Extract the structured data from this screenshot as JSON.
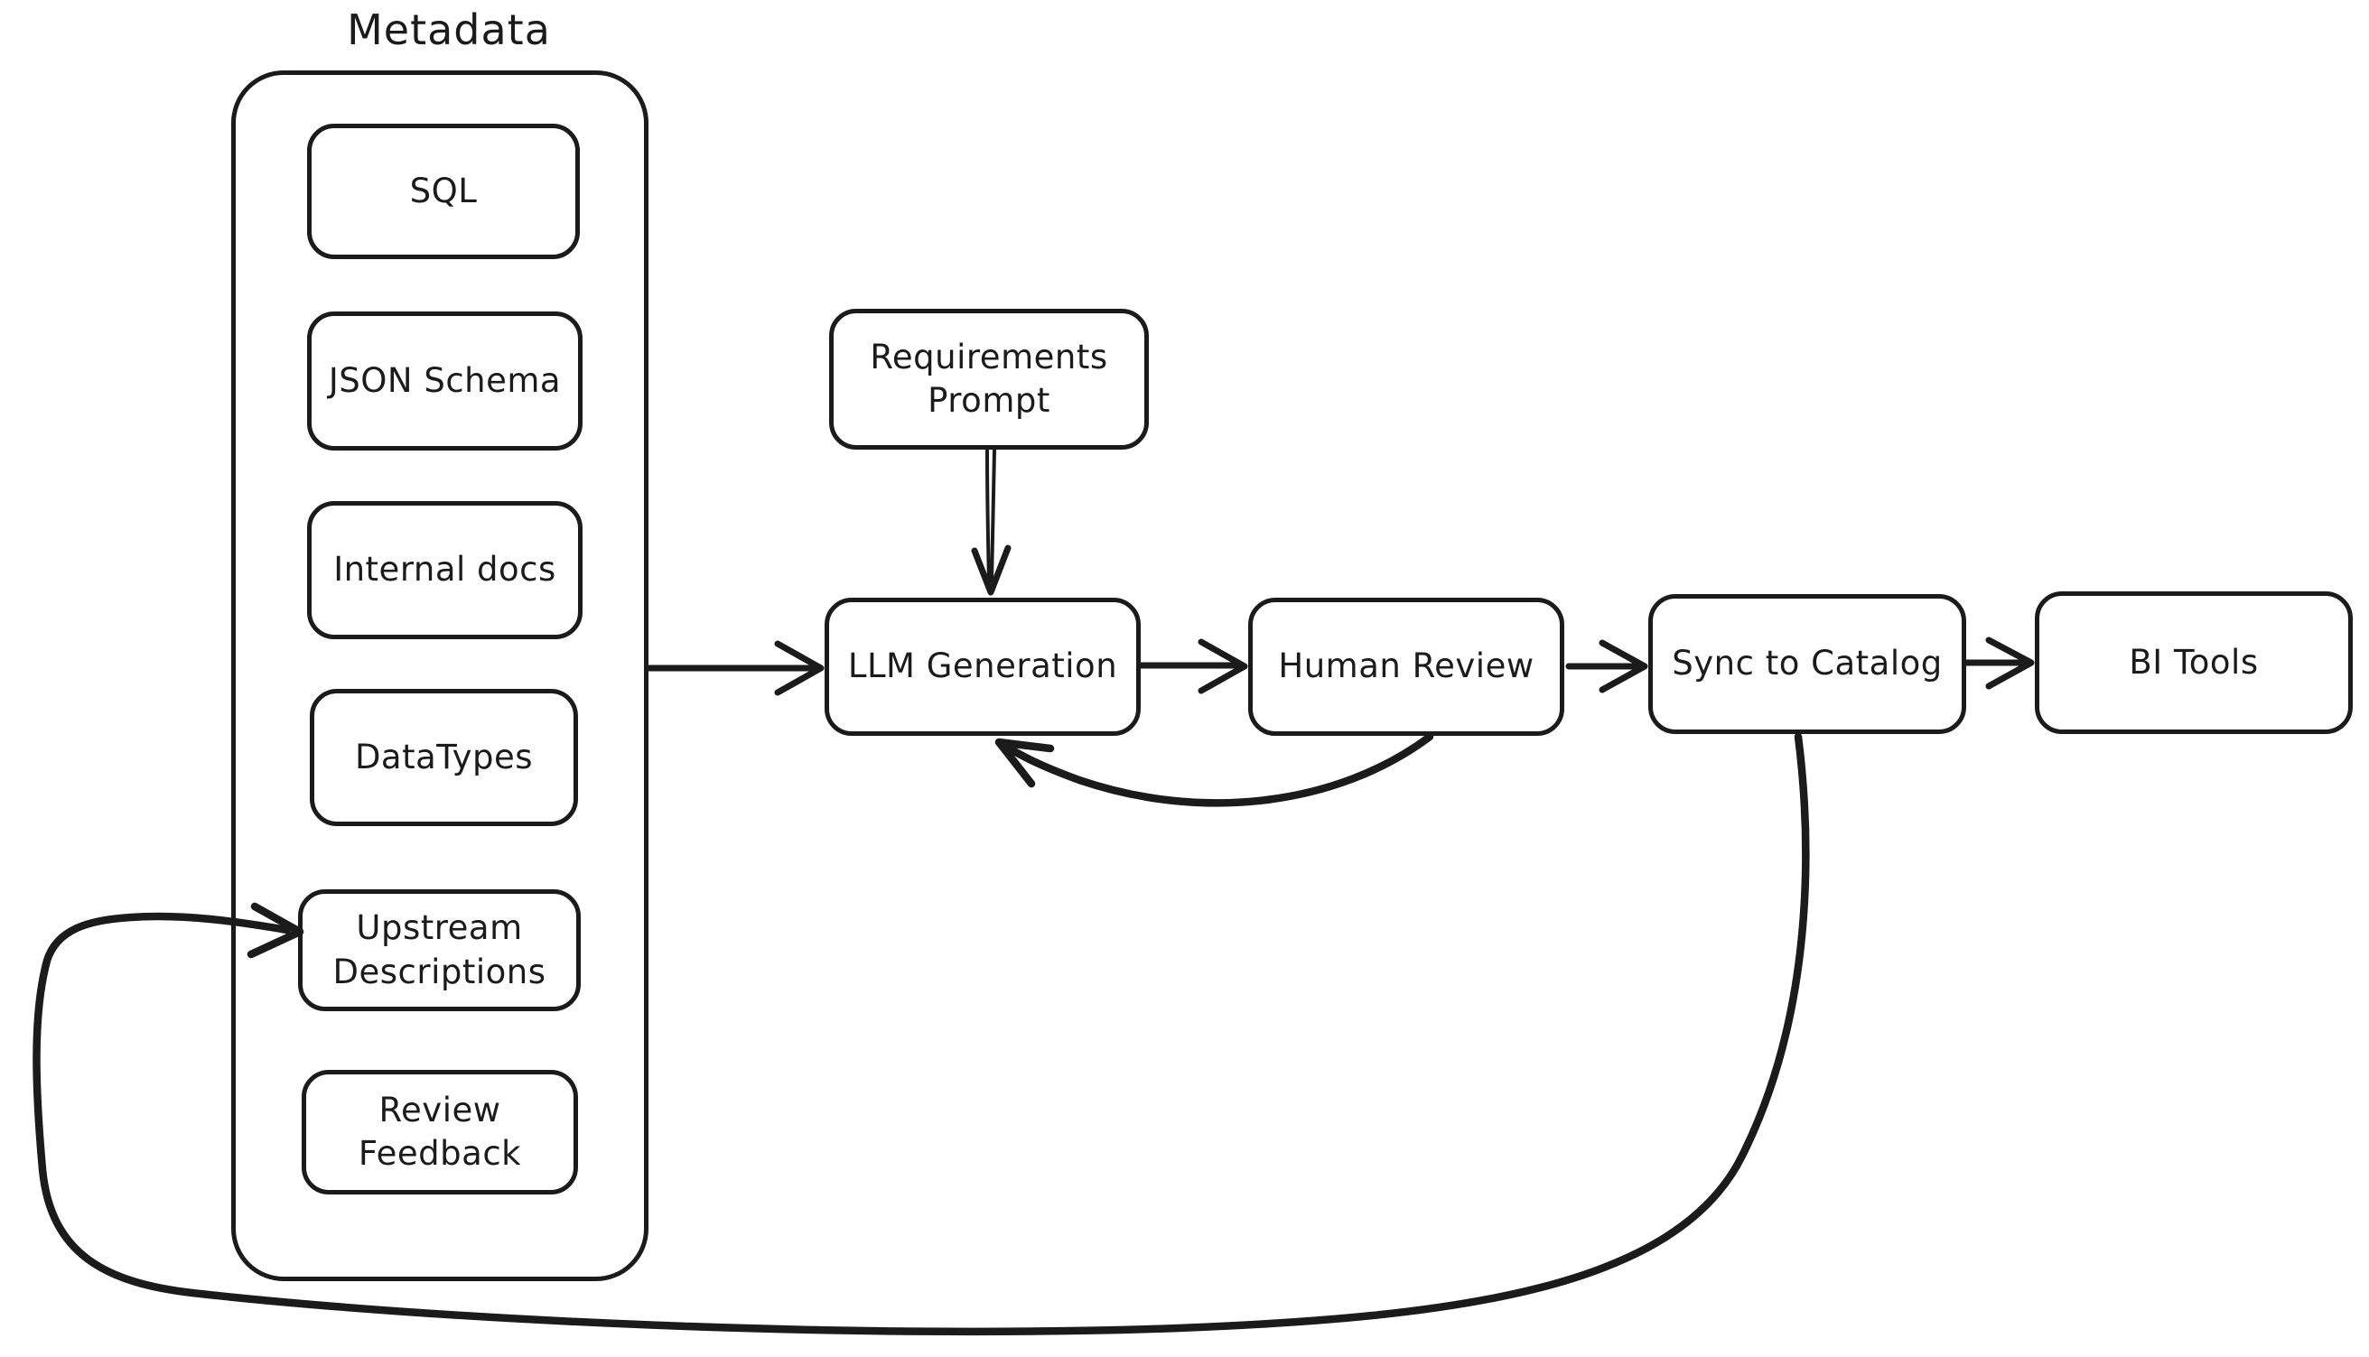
{
  "diagram": {
    "colors": {
      "stroke": "#1b1b1b",
      "background": "#ffffff"
    },
    "metadata_group": {
      "label": "Metadata",
      "items": [
        {
          "id": "sql",
          "label": "SQL"
        },
        {
          "id": "json_schema",
          "label": "JSON Schema"
        },
        {
          "id": "internal_docs",
          "label": "Internal docs"
        },
        {
          "id": "datatypes",
          "label": "DataTypes"
        },
        {
          "id": "upstream_descriptions",
          "label": "Upstream Descriptions"
        },
        {
          "id": "review_feedback",
          "label": "Review Feedback"
        }
      ]
    },
    "nodes": [
      {
        "id": "requirements_prompt",
        "label": "Requirements Prompt"
      },
      {
        "id": "llm_generation",
        "label": "LLM Generation"
      },
      {
        "id": "human_review",
        "label": "Human Review"
      },
      {
        "id": "sync_to_catalog",
        "label": "Sync to Catalog"
      },
      {
        "id": "bi_tools",
        "label": "BI Tools"
      }
    ],
    "edges": [
      {
        "from": "metadata_group",
        "to": "llm_generation"
      },
      {
        "from": "requirements_prompt",
        "to": "llm_generation"
      },
      {
        "from": "llm_generation",
        "to": "human_review"
      },
      {
        "from": "human_review",
        "to": "sync_to_catalog"
      },
      {
        "from": "sync_to_catalog",
        "to": "bi_tools"
      },
      {
        "from": "human_review",
        "to": "llm_generation",
        "type": "feedback"
      },
      {
        "from": "sync_to_catalog",
        "to": "upstream_descriptions",
        "type": "loop"
      }
    ]
  }
}
